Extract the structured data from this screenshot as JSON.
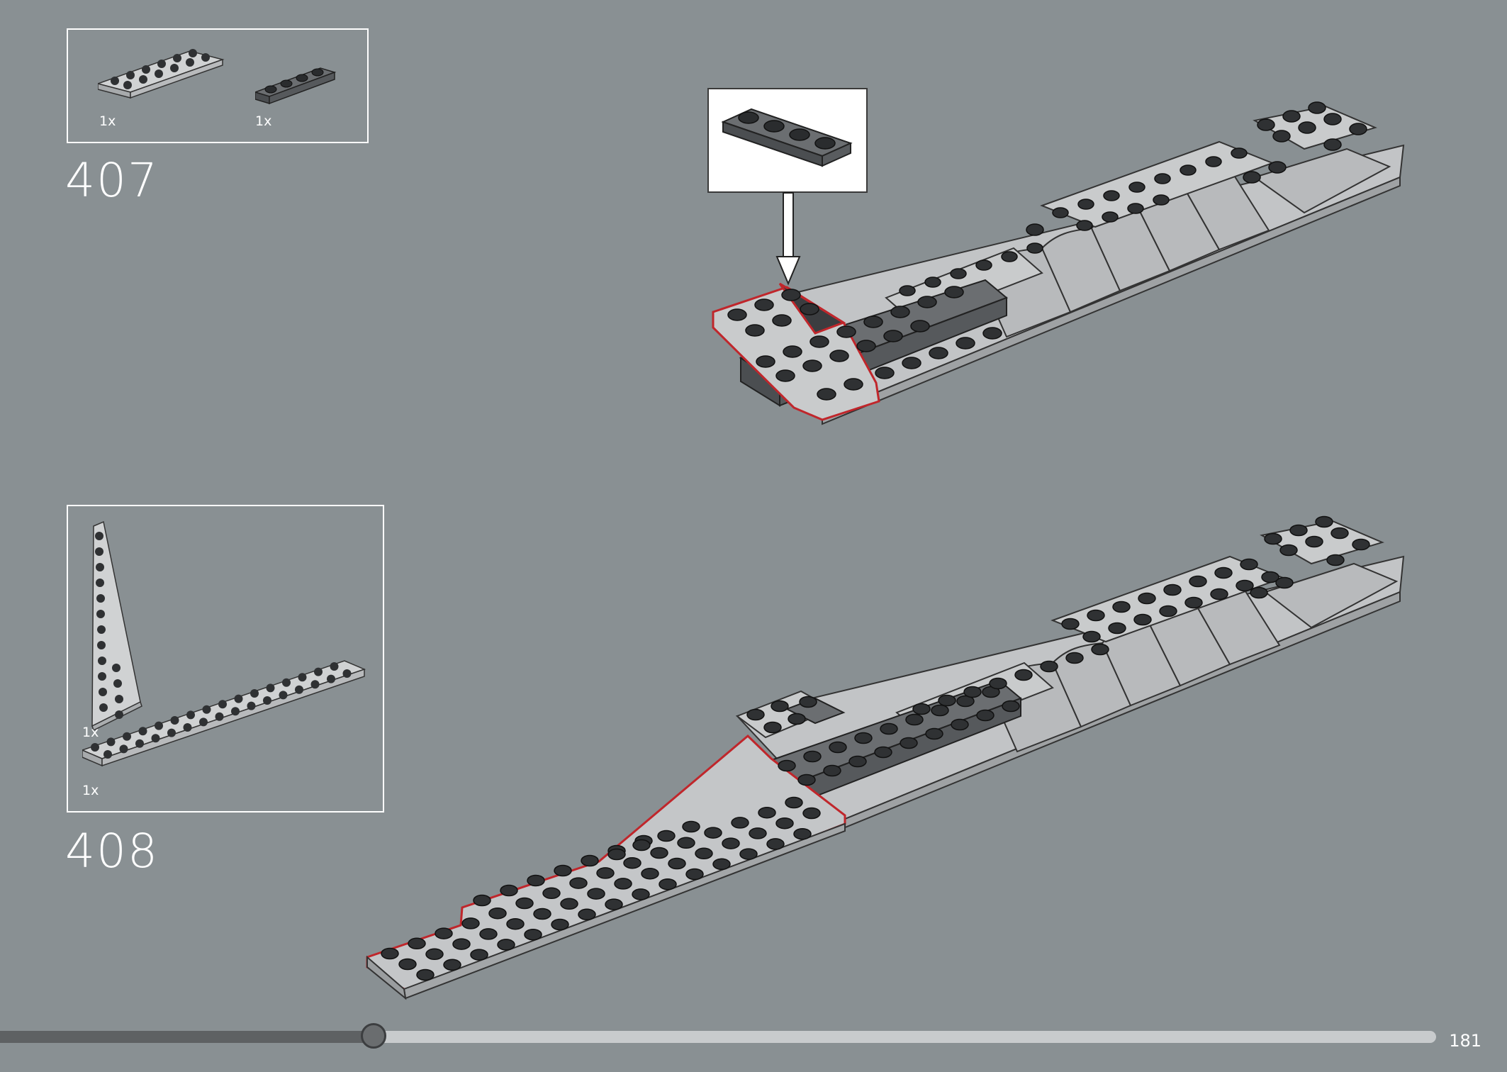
{
  "steps": [
    {
      "number": "407",
      "parts": [
        {
          "count": "1x",
          "color": "light-bluish-gray",
          "item": "plate-2x6"
        },
        {
          "count": "1x",
          "color": "dark-bluish-gray",
          "item": "plate-1x4"
        }
      ]
    },
    {
      "number": "408",
      "parts": [
        {
          "count": "1x",
          "color": "light-bluish-gray",
          "item": "wedge-plate-12x3"
        },
        {
          "count": "1x",
          "color": "light-bluish-gray",
          "item": "plate-2x16"
        }
      ]
    }
  ],
  "callout": {
    "item": "plate-1x4",
    "color": "dark-bluish-gray"
  },
  "page": {
    "number": "181",
    "progress": 0.26
  },
  "colors": {
    "background": "#899093",
    "light_gray": "#c9cbcc",
    "dark_gray": "#5d6063",
    "highlight": "#c0262b",
    "stud_dark": "#2f3133"
  }
}
